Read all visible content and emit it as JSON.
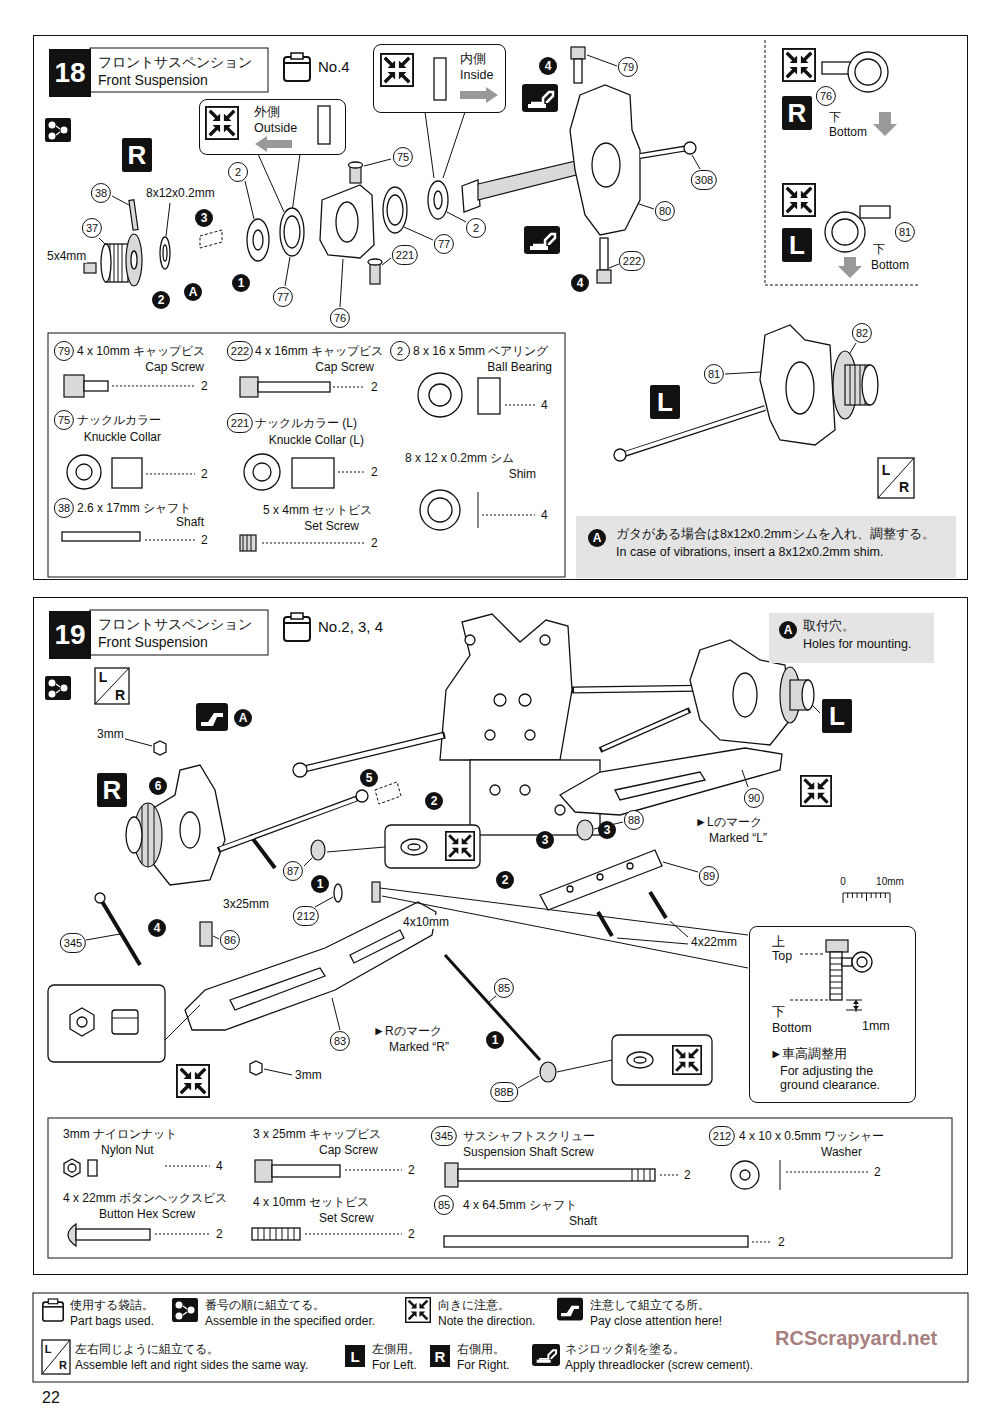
{
  "diagram": {
    "nodes": [
      {
        "text": [
          "18",
          "フロントサスペンション",
          "Front Suspension"
        ]
      },
      {
        "text": [
          "外側",
          "Outside"
        ],
        "in": 0
      },
      {
        "text": [
          "内側",
          "Inside"
        ],
        "in": 0
      },
      {
        "text": [
          "A",
          "ガタがある場合は8x12x0.2mmシムを入れ、調整する。",
          "In case of vibrations, insert a 8x12x0.2mm shim."
        ],
        "in": 0
      },
      {
        "text": [
          "19",
          "フロントサスペンション",
          "Front Suspension"
        ]
      },
      {
        "text": [
          "A",
          "取付穴。",
          "Holes for mounting."
        ],
        "in": 4
      },
      {
        "text": [
          "上",
          "Top",
          "下",
          "Bottom",
          "1mm",
          "►車高調整用",
          "For adjusting the ground clearance."
        ],
        "in": 4
      }
    ],
    "labels": [
      "R",
      "No.4",
      "38",
      "8x12x0.2mm",
      "37",
      "5x4mm",
      "3",
      "2",
      "A",
      "1",
      "2",
      "77",
      "76",
      "75",
      "221",
      "77",
      "2",
      "4",
      "79",
      "308",
      "80",
      "4",
      "222",
      "R",
      "76",
      "下",
      "Bottom",
      "L",
      "81",
      "下",
      "Bottom",
      "L",
      "81",
      "82",
      "L",
      "R",
      "79",
      "4 x 10mm キャップビス",
      "Cap Screw",
      "2",
      "222",
      "4 x 16mm キャップビス",
      "Cap Screw",
      "2",
      "2",
      "8 x 16 x 5mm ベアリング",
      "Ball Bearing",
      "4",
      "75",
      "ナックルカラー",
      "Knuckle Collar",
      "2",
      "221",
      "ナックルカラー (L)",
      "Knuckle Collar (L)",
      "2",
      "8 x 12 x 0.2mm シム",
      "Shim",
      "4",
      "38",
      "2.6 x 17mm シャフト",
      "Shaft",
      "2",
      "5 x 4mm セットビス",
      "Set Screw",
      "2",
      "No.2, 3, 4",
      "A",
      "3mm",
      "6",
      "R",
      "5",
      "2",
      "3x25mm",
      "87",
      "1",
      "212",
      "4",
      "345",
      "86",
      "4x10mm",
      "83",
      "►Rのマーク",
      "Marked “R”",
      "3mm",
      "85",
      "1",
      "88B",
      "2",
      "3",
      "3",
      "88",
      "89",
      "4x22mm",
      "►Lのマーク",
      "Marked “L”",
      "90",
      "L",
      "0",
      "10mm",
      "L",
      "R",
      "3mm ナイロンナット",
      "Nylon Nut",
      "4",
      "3 x 25mm キャップビス",
      "Cap Screw",
      "2",
      "345",
      "サスシャフトスクリュー",
      "Suspension Shaft Screw",
      "2",
      "212",
      "4 x 10 x 0.5mm ワッシャー",
      "Washer",
      "2",
      "4 x 22mm ボタンヘックスビス",
      "Button Hex Screw",
      "2",
      "4 x 10mm セットビス",
      "Set Screw",
      "2",
      "85",
      "4 x 64.5mm シャフト",
      "Shaft",
      "2",
      "L",
      "R",
      "L",
      "R",
      "22",
      "RCScrapyard.net"
    ],
    "legend": [
      {
        "text": "使用する袋詰。"
      },
      {
        "text": "Part bags used."
      },
      {
        "text": "番号の順に組立てる。"
      },
      {
        "text": "Assemble in the specified order."
      },
      {
        "text": "向きに注意。"
      },
      {
        "text": "Note the direction."
      },
      {
        "text": "注意して組立てる所。"
      },
      {
        "text": "Pay close attention here!"
      },
      {
        "text": "左右同じように組立てる。"
      },
      {
        "text": "Assemble left and right sides the same way."
      },
      {
        "text": "左側用。"
      },
      {
        "text": "For Left."
      },
      {
        "text": "右側用。"
      },
      {
        "text": "For Right."
      },
      {
        "text": "ネジロック剤を塗る。"
      },
      {
        "text": "Apply threadlocker (screw cement)."
      }
    ]
  }
}
